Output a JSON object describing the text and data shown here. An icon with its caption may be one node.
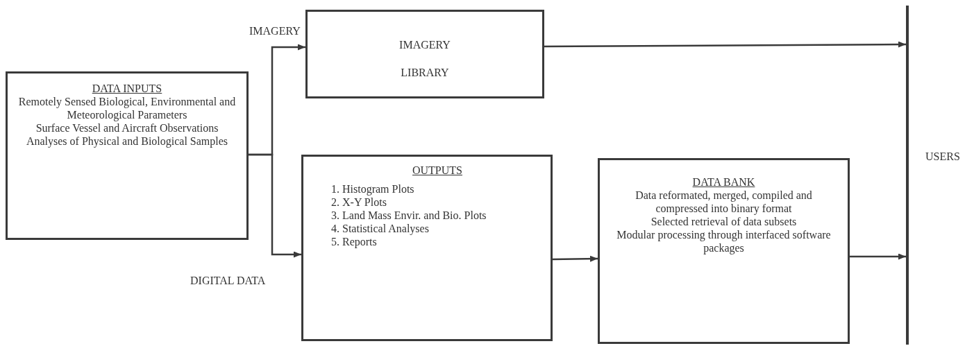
{
  "diagram": {
    "nodes": [
      {
        "text": [
          "DATA INPUTS",
          "Remotely Sensed Biological, Environmental and Meteorological Parameters",
          "Surface Vessel and Aircraft Observations",
          "Analyses of Physical and Biological Samples"
        ]
      },
      {
        "text": [
          "IMAGERY LIBRARY"
        ]
      },
      {
        "text": [
          "OUTPUTS",
          "1. Histogram Plots",
          "2. X-Y Plots",
          "3. Land Mass Envir. and Bio. Plots",
          "4. Statistical Analyses",
          "5. Reports"
        ]
      },
      {
        "text": [
          "DATA BANK",
          "Data reformated, merged, compiled and compressed into binary format",
          "Selected retrieval of data subsets",
          "Modular processing through interfaced software packages"
        ]
      },
      {
        "text": [
          "USERS"
        ]
      }
    ],
    "edges": [
      {
        "from": 0,
        "to": 1,
        "arrow": "to",
        "label": "IMAGERY"
      },
      {
        "from": 0,
        "to": 2,
        "arrow": "to",
        "label": "DIGITAL DATA"
      },
      {
        "from": 1,
        "to": 4,
        "arrow": "to"
      },
      {
        "from": 2,
        "to": 3,
        "arrow": "to"
      },
      {
        "from": 3,
        "to": 4,
        "arrow": "to"
      }
    ]
  }
}
